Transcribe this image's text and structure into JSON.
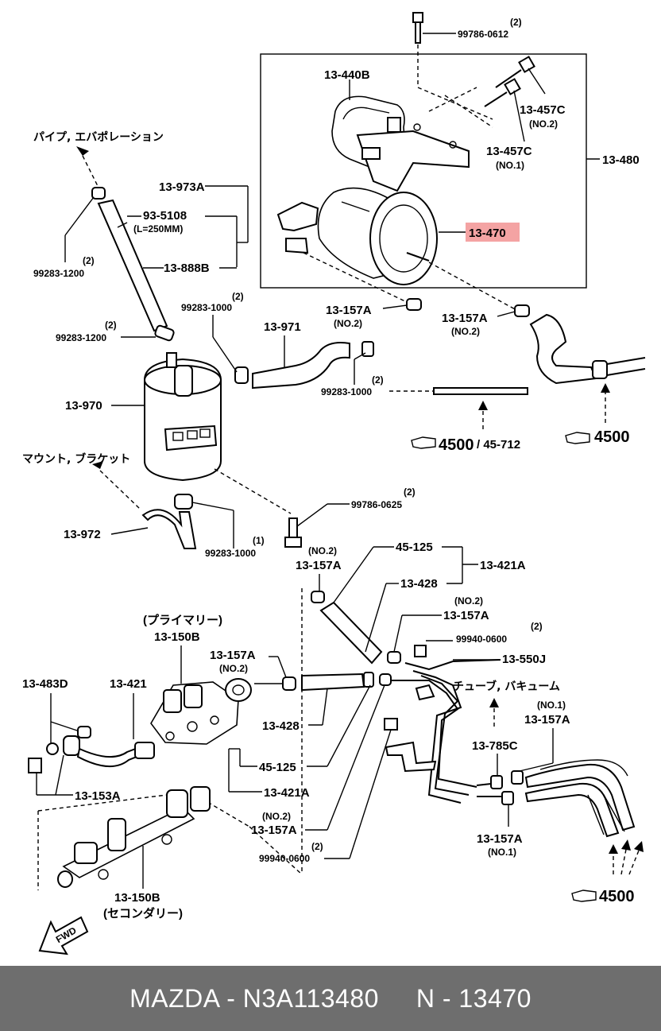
{
  "footer": {
    "caption": "MAZDA - N3A113480     N - 13470"
  },
  "highlight_color": "#f4a3a3",
  "labels": {
    "l_99786_0612_q": "(2)",
    "l_99786_0612": "99786-0612",
    "l_13440b": "13-440B",
    "l_13457c_a": "13-457C",
    "l_no2_a": "(NO.2)",
    "l_13457c_b": "13-457C",
    "l_no1_a": "(NO.1)",
    "l_13480": "13-480",
    "l_13470": "13-470",
    "l_pipe_jp": "パイプ, エバポレーション",
    "l_13973a": "13-973A",
    "l_935108": "93-5108",
    "l_len": "(L=250MM)",
    "l_13888b": "13-888B",
    "l_99283_1200a_q": "(2)",
    "l_99283_1200a": "99283-1200",
    "l_99283_1200b_q": "(2)",
    "l_99283_1200b": "99283-1200",
    "l_99283_1000a_q": "(2)",
    "l_99283_1000a": "99283-1000",
    "l_13157a_a": "13-157A",
    "l_no2_b": "(NO.2)",
    "l_13157a_b": "13-157A",
    "l_no2_c": "(NO.2)",
    "l_13971": "13-971",
    "l_99283_1000b_q": "(2)",
    "l_99283_1000b": "99283-1000",
    "l_13970": "13-970",
    "l_4500_a": "4500",
    "l_45712": "/ 45-712",
    "l_4500_b": "4500",
    "l_mount_jp": "マウント, ブラケット",
    "l_99786_0625_q": "(2)",
    "l_99786_0625": "99786-0625",
    "l_13972": "13-972",
    "l_99283_1000c_q": "(1)",
    "l_99283_1000c": "99283-1000",
    "l_no2_d": "(NO.2)",
    "l_13157a_c": "13-157A",
    "l_45125_a": "45-125",
    "l_13421a_a": "13-421A",
    "l_13428_a": "13-428",
    "l_no2_e": "(NO.2)",
    "l_13157a_d": "13-157A",
    "l_99940_0600a_q": "(2)",
    "l_99940_0600a": "99940-0600",
    "l_primary_jp": "(プライマリー)",
    "l_13150b_a": "13-150B",
    "l_13157a_e": "13-157A",
    "l_no2_f": "(NO.2)",
    "l_13550j": "13-550J",
    "l_tube_jp": "チューブ, バキューム",
    "l_13483d": "13-483D",
    "l_13421": "13-421",
    "l_13428_b": "13-428",
    "l_no1_b": "(NO.1)",
    "l_13157a_f": "13-157A",
    "l_45125_b": "45-125",
    "l_13785c": "13-785C",
    "l_13421a_b": "13-421A",
    "l_13153a": "13-153A",
    "l_no2_g": "(NO.2)",
    "l_13157a_g": "13-157A",
    "l_13157a_h": "13-157A",
    "l_no1_c": "(NO.1)",
    "l_99940_0600b_q": "(2)",
    "l_99940_0600b": "99940-0600",
    "l_13150b_b": "13-150B",
    "l_secondary_jp": "(セコンダリー)",
    "l_4500_c": "4500",
    "l_fwd": "FWD"
  }
}
